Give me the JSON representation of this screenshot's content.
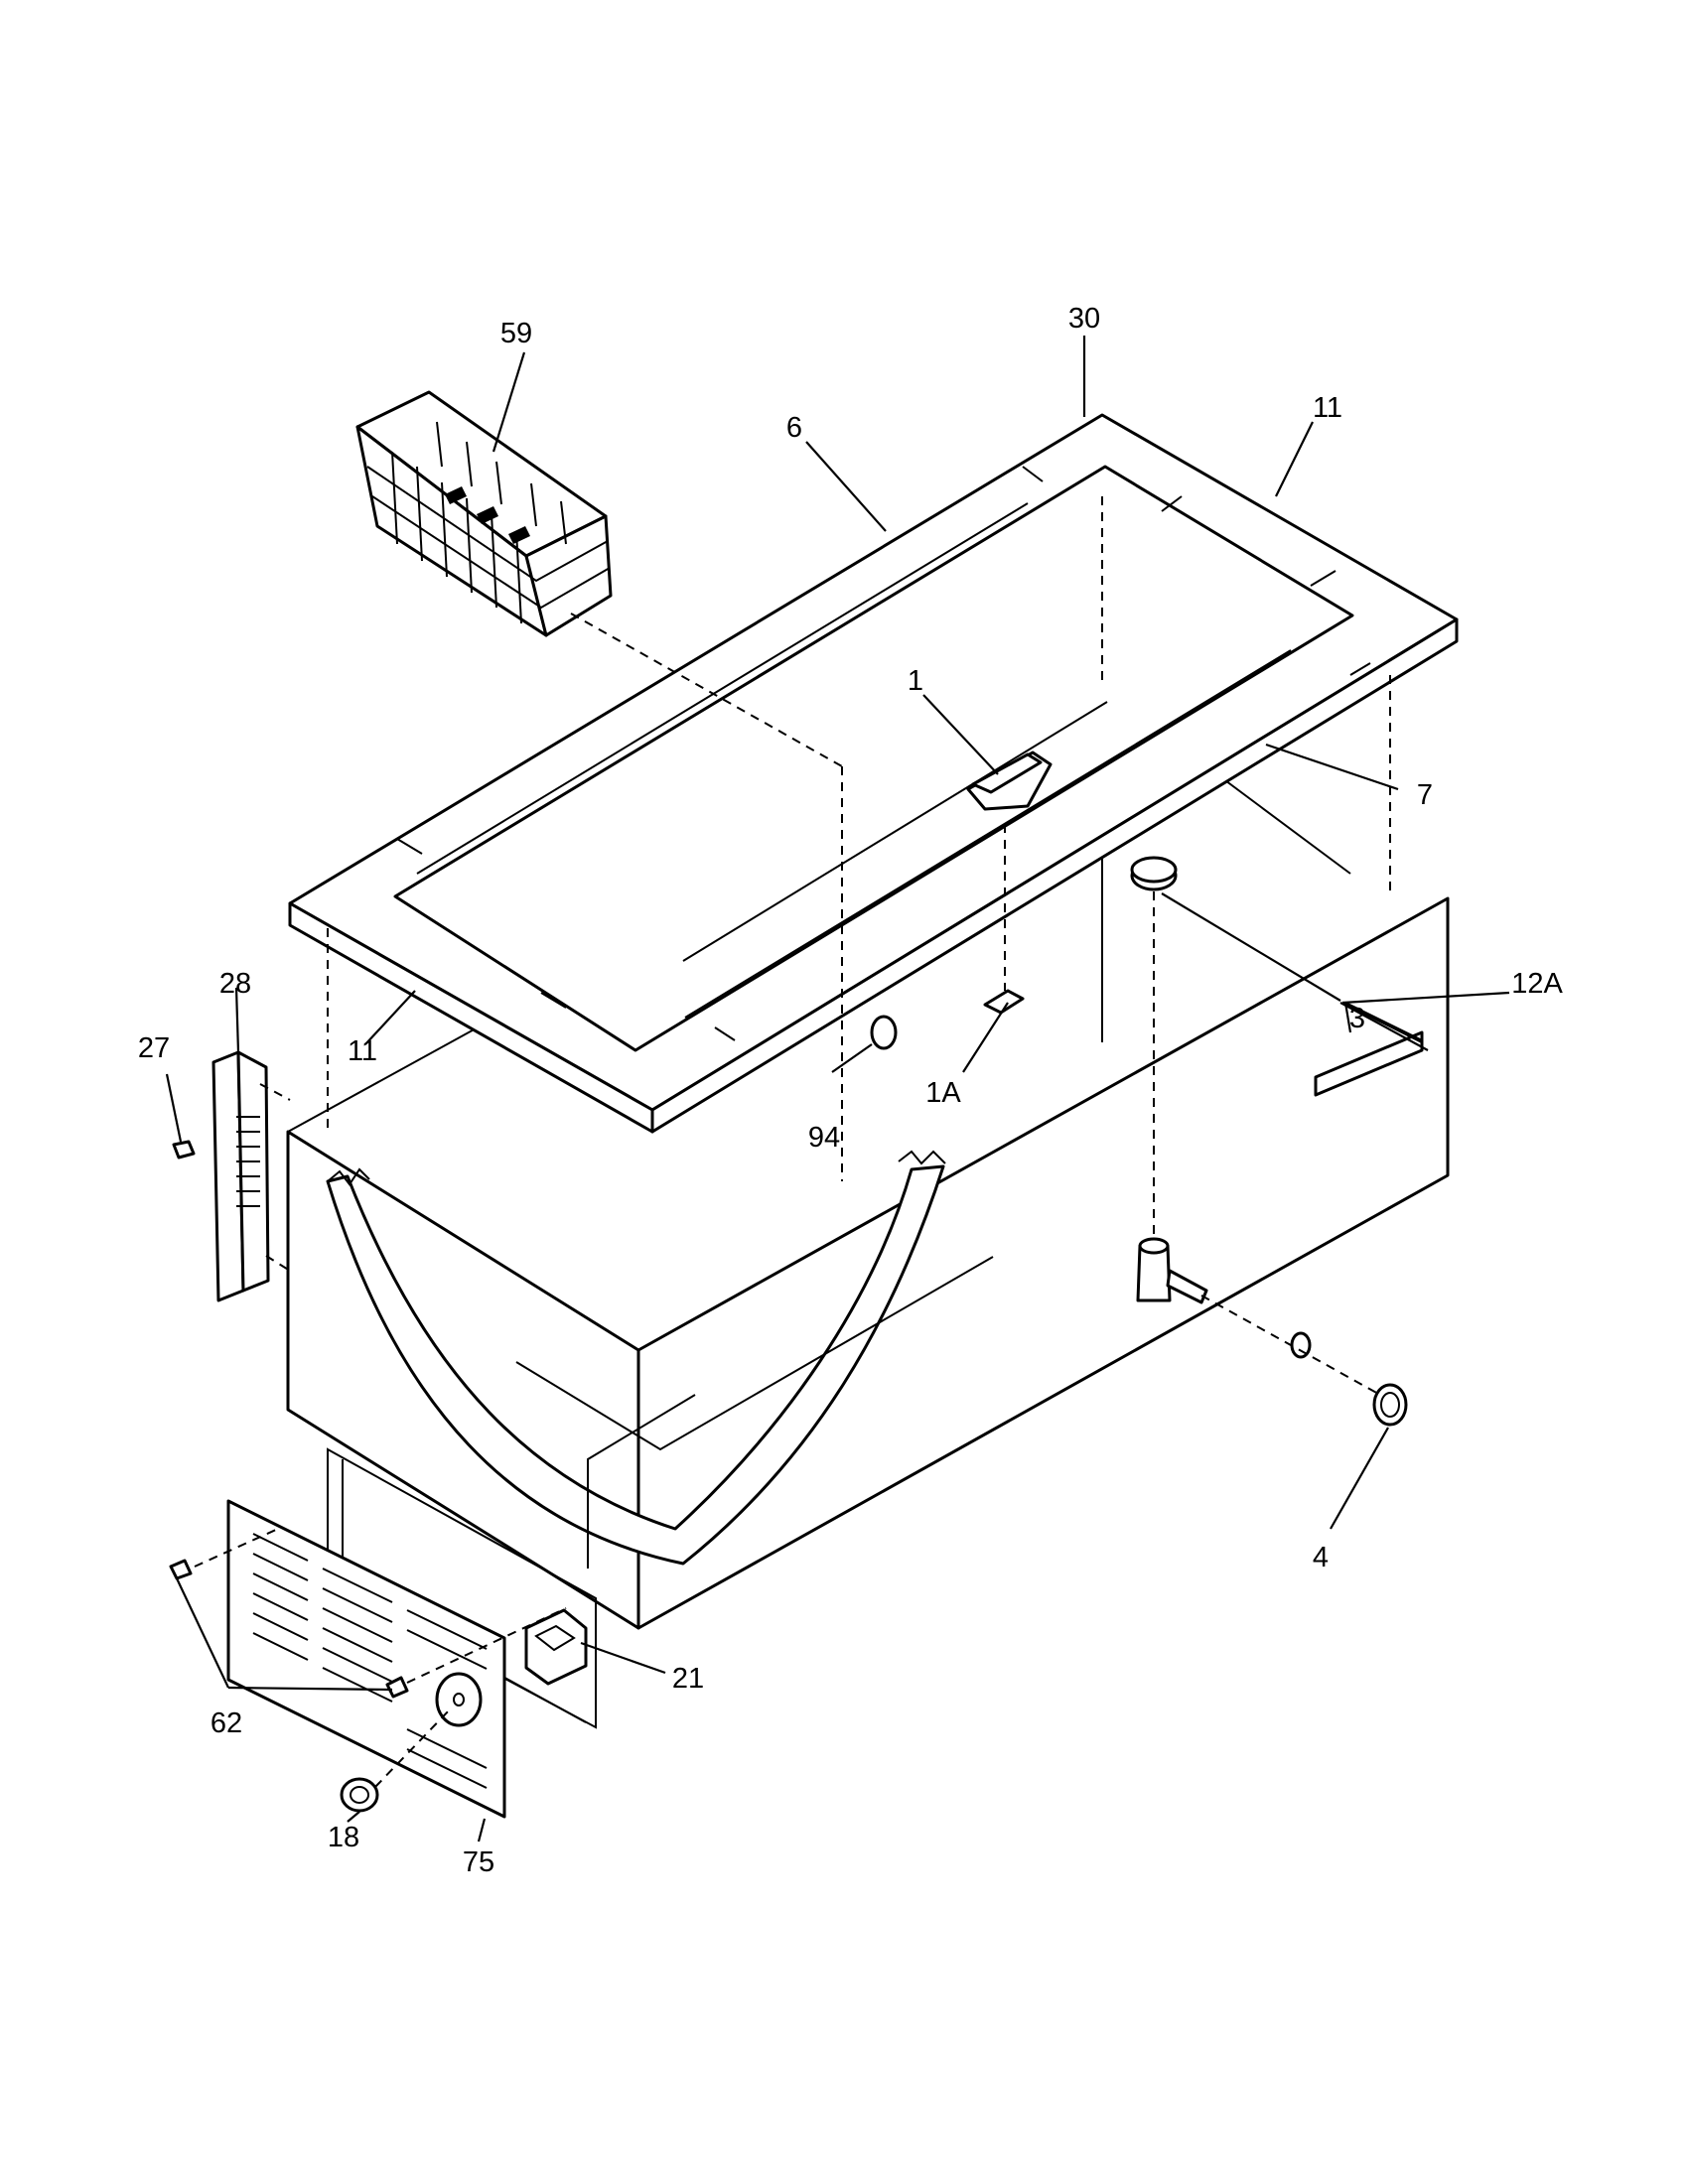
{
  "labels": {
    "p59": "59",
    "p30": "30",
    "p6": "6",
    "p11_top": "11",
    "p1": "1",
    "p7": "7",
    "p28": "28",
    "p27": "27",
    "p11_left": "11",
    "p3": "3",
    "p12A": "12A",
    "p94": "94",
    "p1A": "1A",
    "p4": "4",
    "p62": "62",
    "p21": "21",
    "p18": "18",
    "p75": "75"
  },
  "colors": {
    "line": "#000000",
    "background": "#ffffff"
  }
}
